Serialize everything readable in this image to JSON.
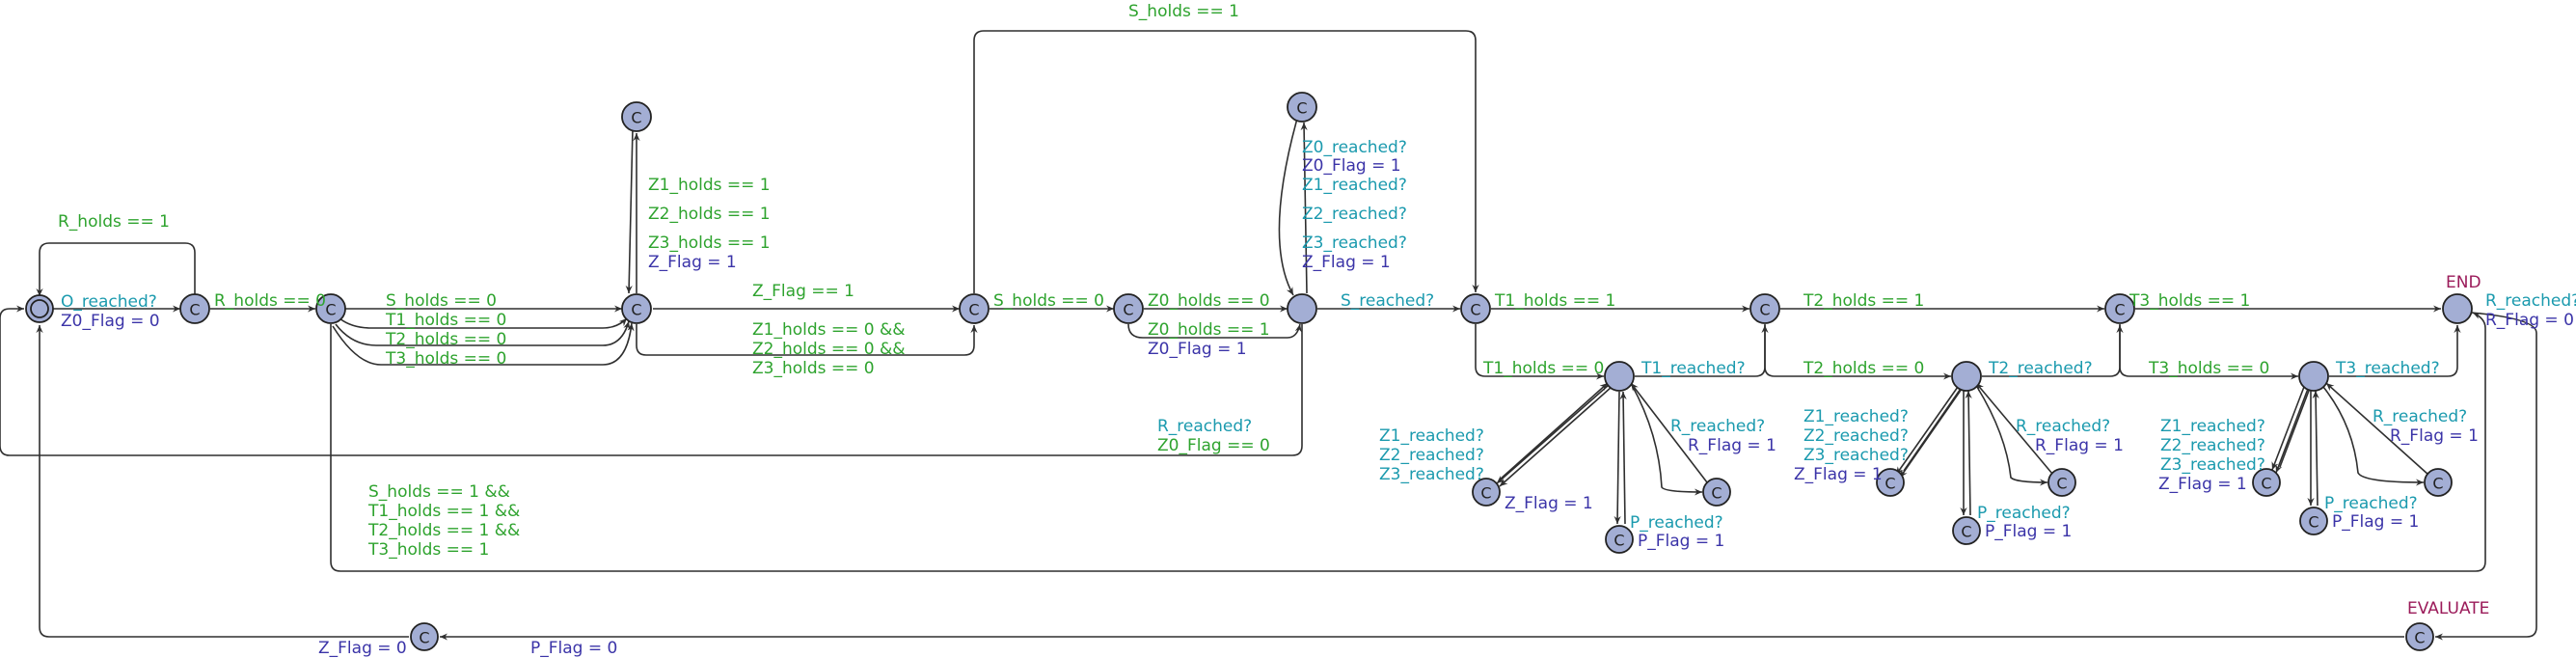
{
  "colors": {
    "guard": "#2ea32e",
    "sync": "#1b9aae",
    "assign": "#3b34a8",
    "location_name": "#9b1b5a",
    "location_fill": "#a3aed4"
  },
  "diagram": {
    "committed_mark": "C",
    "location_names": {
      "end": "END",
      "evaluate": "EVALUATE"
    },
    "labels": {
      "r_holds_loop": "R_holds == 1",
      "o_reached": "O_reached?",
      "z0_flag_0": "Z0_Flag = 0",
      "r_holds_0": "R_holds == 0",
      "s_holds_0_a": "S_holds == 0",
      "t1_holds_0_a": "T1_holds == 0",
      "t2_holds_0_a": "T2_holds == 0",
      "t3_holds_0_a": "T3_holds == 0",
      "z1_holds_1": "Z1_holds == 1",
      "z2_holds_1": "Z2_holds == 1",
      "z3_holds_1": "Z3_holds == 1",
      "z_flag_1_top": "Z_Flag = 1",
      "z_flag_eq_1": "Z_Flag == 1",
      "z1_holds_0": "Z1_holds == 0 &&",
      "z2_holds_0": "Z2_holds == 0 &&",
      "z3_holds_0": "Z3_holds == 0",
      "s_holds_1_top": "S_holds == 1",
      "s_holds_0_b": "S_holds == 0",
      "z0_holds_0": "Z0_holds == 0",
      "z0_holds_1": "Z0_holds == 1",
      "z0_flag_1_bottom": "Z0_Flag = 1",
      "z0_reached": "Z0_reached?",
      "z0_flag_1_top": "Z0_Flag = 1",
      "z1_reached_top": "Z1_reached?",
      "z2_reached_top": "Z2_reached?",
      "z3_reached_top": "Z3_reached?",
      "z_flag_1_mid": "Z_Flag = 1",
      "r_reached_long": "R_reached?",
      "z0_flag_eq_0": "Z0_Flag == 0",
      "s_reached": "S_reached?",
      "t1_holds_1": "T1_holds == 1",
      "t1_holds_0": "T1_holds == 0",
      "t1_reached": "T1_reached?",
      "t2_holds_1": "T2_holds == 1",
      "t2_holds_0": "T2_holds == 0",
      "t2_reached": "T2_reached?",
      "t3_holds_1": "T3_holds == 1",
      "t3_holds_0": "T3_holds == 0",
      "t3_reached": "T3_reached?",
      "g1_z1_reached": "Z1_reached?",
      "g1_z2_reached": "Z2_reached?",
      "g1_z3_reached": "Z3_reached?",
      "g1_z_flag": "Z_Flag = 1",
      "g1_r_reached": "R_reached?",
      "g1_r_flag": "R_Flag = 1",
      "g1_p_reached": "P_reached?",
      "g1_p_flag": "P_Flag = 1",
      "g2_z1_reached": "Z1_reached?",
      "g2_z2_reached": "Z2_reached?",
      "g2_z3_reached": "Z3_reached?",
      "g2_z_flag": "Z_Flag = 1",
      "g2_r_reached": "R_reached?",
      "g2_r_flag": "R_Flag = 1",
      "g2_p_reached": "P_reached?",
      "g2_p_flag": "P_Flag = 1",
      "g3_z1_reached": "Z1_reached?",
      "g3_z2_reached": "Z2_reached?",
      "g3_z3_reached": "Z3_reached?",
      "g3_z_flag": "Z_Flag = 1",
      "g3_r_reached": "R_reached?",
      "g3_r_flag": "R_Flag = 1",
      "g3_p_reached": "P_reached?",
      "g3_p_flag": "P_Flag = 1",
      "r_reached_end": "R_reached?",
      "r_flag_0": "R_Flag = 0",
      "s_holds_1_and": "S_holds == 1 &&",
      "t1_holds_1_and": "T1_holds == 1 &&",
      "t2_holds_1_and": "T2_holds == 1 &&",
      "t3_holds_1_end": "T3_holds == 1",
      "z_flag_0": "Z_Flag = 0",
      "p_flag_0": "P_Flag = 0"
    }
  }
}
